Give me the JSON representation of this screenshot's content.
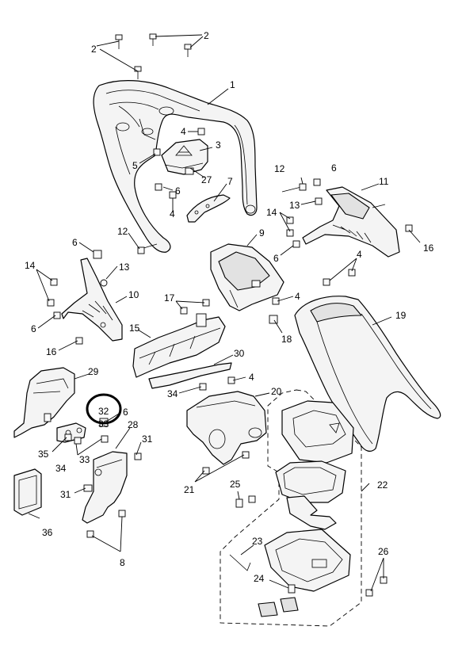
{
  "callouts": [
    {
      "id": "c-2a",
      "text": "2"
    },
    {
      "id": "c-2b",
      "text": "2"
    },
    {
      "id": "c-1",
      "text": "1"
    },
    {
      "id": "c-4a",
      "text": "4"
    },
    {
      "id": "c-3",
      "text": "3"
    },
    {
      "id": "c-5",
      "text": "5"
    },
    {
      "id": "c-27",
      "text": "27"
    },
    {
      "id": "c-6a",
      "text": "6"
    },
    {
      "id": "c-7",
      "text": "7"
    },
    {
      "id": "c-4b",
      "text": "4"
    },
    {
      "id": "c-12a",
      "text": "12"
    },
    {
      "id": "c-6b",
      "text": "6"
    },
    {
      "id": "c-11",
      "text": "11"
    },
    {
      "id": "c-13a",
      "text": "13"
    },
    {
      "id": "c-14a",
      "text": "14"
    },
    {
      "id": "c-16a",
      "text": "16"
    },
    {
      "id": "c-9",
      "text": "9"
    },
    {
      "id": "c-6c",
      "text": "6"
    },
    {
      "id": "c-12b",
      "text": "12"
    },
    {
      "id": "c-6d",
      "text": "6"
    },
    {
      "id": "c-14b",
      "text": "14"
    },
    {
      "id": "c-13b",
      "text": "13"
    },
    {
      "id": "c-4c",
      "text": "4"
    },
    {
      "id": "c-10",
      "text": "10"
    },
    {
      "id": "c-17",
      "text": "17"
    },
    {
      "id": "c-4d",
      "text": "4"
    },
    {
      "id": "c-6e",
      "text": "6"
    },
    {
      "id": "c-19",
      "text": "19"
    },
    {
      "id": "c-15",
      "text": "15"
    },
    {
      "id": "c-16b",
      "text": "16"
    },
    {
      "id": "c-18",
      "text": "18"
    },
    {
      "id": "c-30",
      "text": "30"
    },
    {
      "id": "c-29",
      "text": "29"
    },
    {
      "id": "c-4e",
      "text": "4"
    },
    {
      "id": "c-34a",
      "text": "34"
    },
    {
      "id": "c-20",
      "text": "20"
    },
    {
      "id": "c-32",
      "text": "32"
    },
    {
      "id": "c-6f",
      "text": "6"
    },
    {
      "id": "c-33a",
      "text": "33"
    },
    {
      "id": "c-28",
      "text": "28"
    },
    {
      "id": "c-31a",
      "text": "31"
    },
    {
      "id": "c-35",
      "text": "35"
    },
    {
      "id": "c-34b",
      "text": "34"
    },
    {
      "id": "c-33b",
      "text": "33"
    },
    {
      "id": "c-31b",
      "text": "31"
    },
    {
      "id": "c-21",
      "text": "21"
    },
    {
      "id": "c-25",
      "text": "25"
    },
    {
      "id": "c-22",
      "text": "22"
    },
    {
      "id": "c-36",
      "text": "36"
    },
    {
      "id": "c-8",
      "text": "8"
    },
    {
      "id": "c-23",
      "text": "23"
    },
    {
      "id": "c-24",
      "text": "24"
    },
    {
      "id": "c-26",
      "text": "26"
    }
  ],
  "highlighted_callout": "32"
}
